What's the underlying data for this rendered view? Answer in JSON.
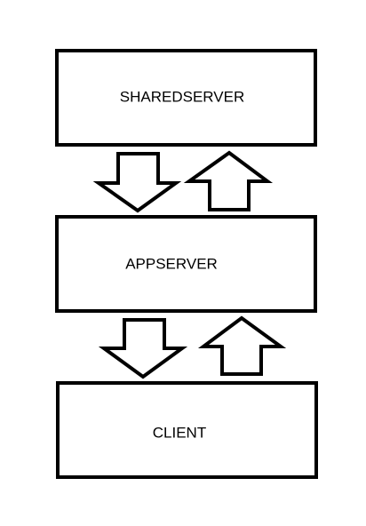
{
  "diagram": {
    "nodes": [
      {
        "id": "sharedserver",
        "label": "SHAREDSERVER"
      },
      {
        "id": "appserver",
        "label": "APPSERVER"
      },
      {
        "id": "client",
        "label": "CLIENT"
      }
    ],
    "edges": [
      {
        "from": "sharedserver",
        "to": "appserver",
        "direction": "down"
      },
      {
        "from": "appserver",
        "to": "sharedserver",
        "direction": "up"
      },
      {
        "from": "appserver",
        "to": "client",
        "direction": "down"
      },
      {
        "from": "client",
        "to": "appserver",
        "direction": "up"
      }
    ],
    "colors": {
      "stroke": "#000000",
      "fill": "#ffffff",
      "background": "#ffffff"
    }
  }
}
